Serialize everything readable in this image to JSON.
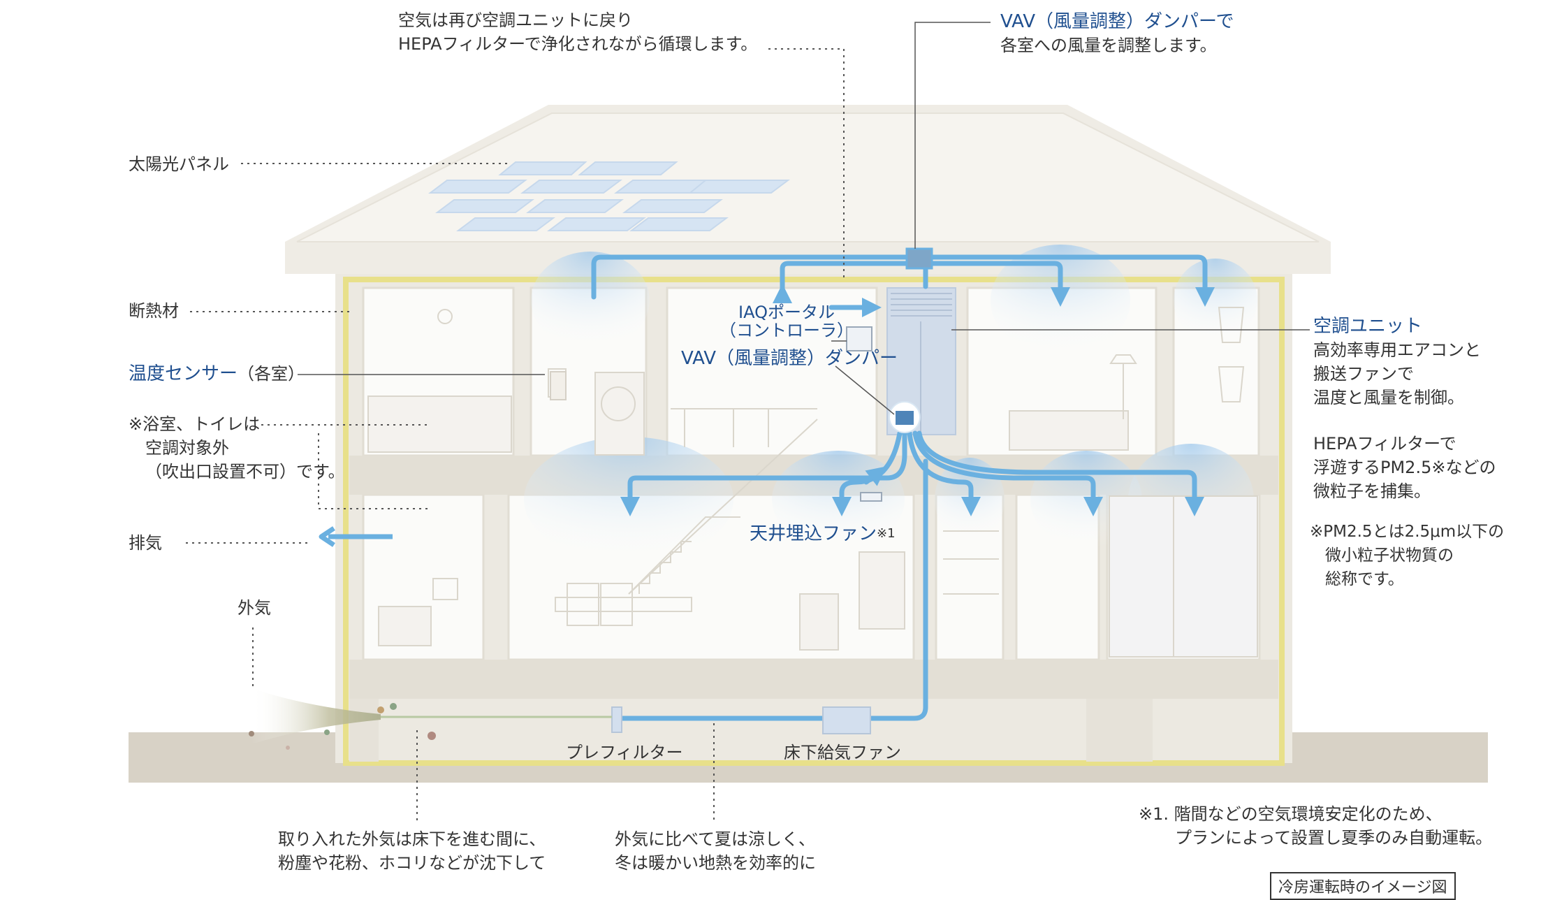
{
  "colors": {
    "accent_blue": "#1f4f8f",
    "duct": "#6ab0e0",
    "wall": "#ece9e1",
    "insulation": "#e8e08a",
    "ground": "#d8d2c6"
  },
  "callouts": {
    "return_air": [
      "空気は再び空調ユニットに戻り",
      "HEPAフィルターで浄化されながら循環します。"
    ],
    "vav_top_title": "VAV（風量調整）ダンパーで",
    "vav_top_line2": "各室への風量を調整します。",
    "solar": "太陽光パネル",
    "insulation": "断熱材",
    "temp_sensor_title": "温度センサー",
    "temp_sensor_note": "（各室）",
    "bath_note": [
      "※浴室、トイレは",
      "空調対象外",
      "（吹出口設置不可）です。"
    ],
    "exhaust": "排気",
    "outside_air": "外気",
    "ac_unit_title": "空調ユニット",
    "ac_unit_desc": [
      "高効率専用エアコンと",
      "搬送ファンで",
      "温度と風量を制御。"
    ],
    "hepa_desc": [
      "HEPAフィルターで",
      "浮遊するPM2.5※などの",
      "微粒子を捕集。"
    ],
    "pm_note": [
      "※PM2.5とは2.5μm以下の",
      "微小粒子状物質の",
      "総称です。"
    ],
    "iaq": [
      "IAQポータル",
      "（コントローラ）"
    ],
    "vav_inner": "VAV（風量調整）ダンパー",
    "ceiling_fan": "天井埋込ファン",
    "ceiling_fan_mark": "※1",
    "prefilter": "プレフィルター",
    "underfloor_fan": "床下給気ファン",
    "bottom_left": [
      "取り入れた外気は床下を進む間に、",
      "粉塵や花粉、ホコリなどが沈下して"
    ],
    "bottom_mid": [
      "外気に比べて夏は涼しく、",
      "冬は暖かい地熱を効率的に"
    ],
    "footnote": [
      "※1. 階間などの空気環境安定化のため、",
      "プランによって設置し夏季のみ自動運転。"
    ],
    "cut_box": "冷房運転時のイメージ図"
  }
}
